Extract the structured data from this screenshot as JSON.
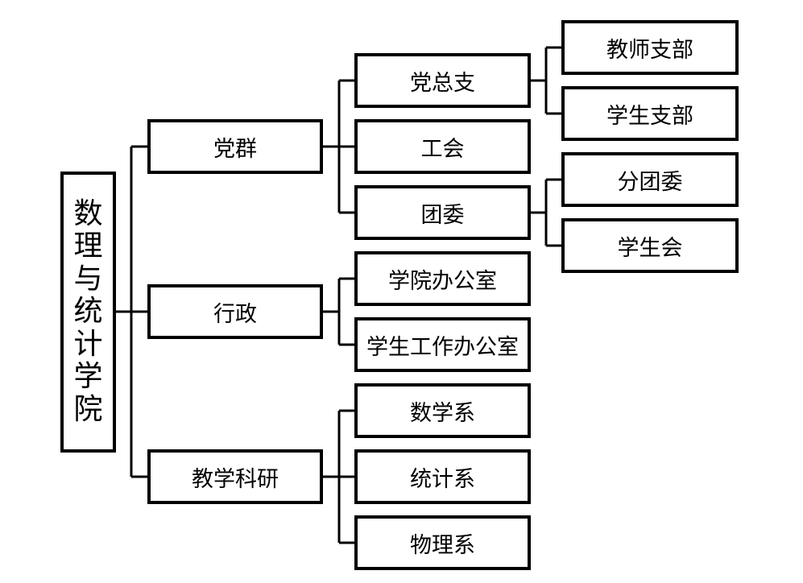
{
  "root": {
    "label": "数理与统计学院",
    "chars": [
      "数",
      "理",
      "与",
      "统",
      "计",
      "学",
      "院"
    ]
  },
  "level1": [
    {
      "id": "dangqun",
      "label": "党群"
    },
    {
      "id": "xingzheng",
      "label": "行政"
    },
    {
      "id": "jiaoxue",
      "label": "教学科研"
    }
  ],
  "level2": [
    {
      "id": "dangzongzhi",
      "label": "党总支",
      "parent": "dangqun"
    },
    {
      "id": "gonghui",
      "label": "工会",
      "parent": "dangqun"
    },
    {
      "id": "tuanwei",
      "label": "团委",
      "parent": "dangqun"
    },
    {
      "id": "xueyuan-office",
      "label": "学院办公室",
      "parent": "xingzheng"
    },
    {
      "id": "xuesheng-office",
      "label": "学生工作办公室",
      "parent": "xingzheng"
    },
    {
      "id": "shuxue",
      "label": "数学系",
      "parent": "jiaoxue"
    },
    {
      "id": "tongji",
      "label": "统计系",
      "parent": "jiaoxue"
    },
    {
      "id": "wuli",
      "label": "物理系",
      "parent": "jiaoxue"
    }
  ],
  "level3": [
    {
      "id": "jiaoshi-zhibu",
      "label": "教师支部",
      "parent": "dangzongzhi"
    },
    {
      "id": "xuesheng-zhibu",
      "label": "学生支部",
      "parent": "dangzongzhi"
    },
    {
      "id": "fentuanwei",
      "label": "分团委",
      "parent": "tuanwei"
    },
    {
      "id": "xueshenghui",
      "label": "学生会",
      "parent": "tuanwei"
    }
  ]
}
